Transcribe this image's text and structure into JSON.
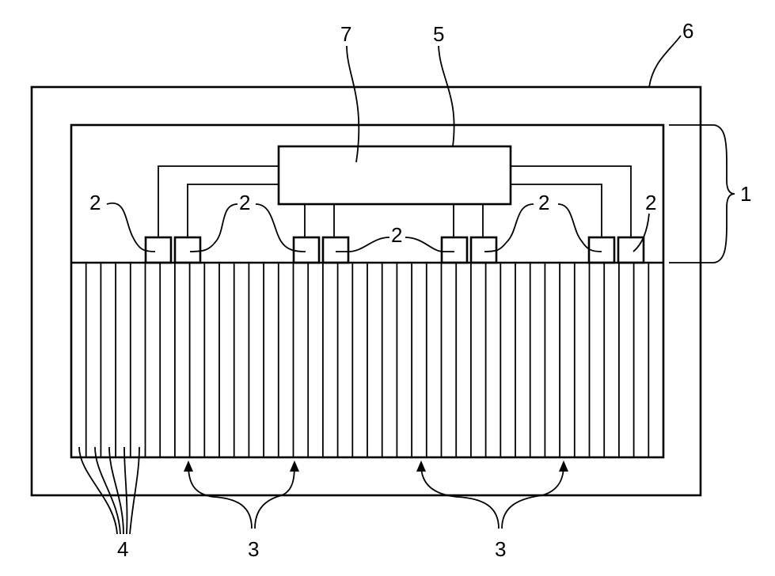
{
  "labels": {
    "one": "1",
    "two": "2",
    "three": "3",
    "four": "4",
    "five": "5",
    "six": "6",
    "seven": "7"
  }
}
